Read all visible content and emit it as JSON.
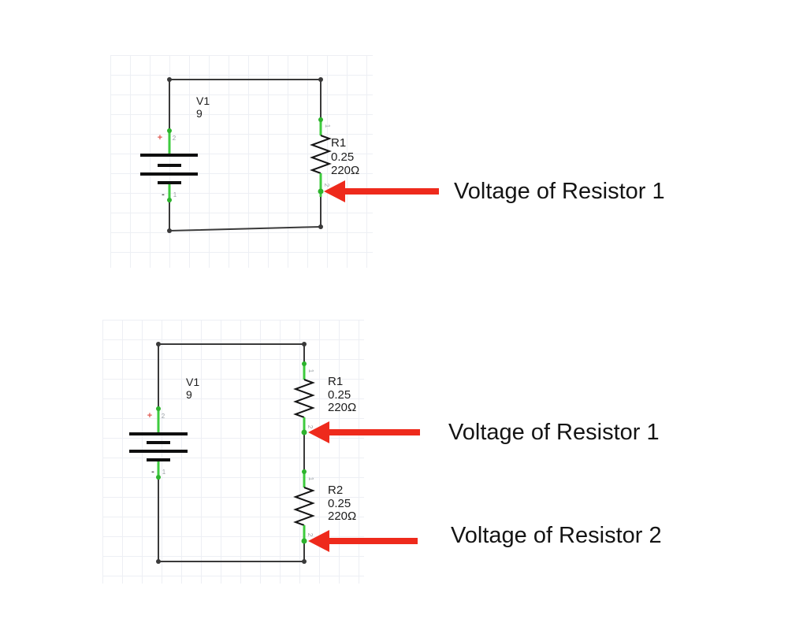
{
  "annotations": [
    {
      "text": "Voltage of Resistor 1"
    },
    {
      "text": "Voltage of Resistor 1"
    },
    {
      "text": "Voltage of Resistor 2"
    }
  ],
  "circuits": [
    {
      "battery": {
        "ref": "V1",
        "value": "9",
        "plus": "+",
        "minus": "-",
        "pin_pos": "2",
        "pin_neg": "1"
      },
      "resistors": [
        {
          "ref": "R1",
          "power": "0.25",
          "resistance": "220Ω",
          "pin_a": "1",
          "pin_b": "2"
        }
      ]
    },
    {
      "battery": {
        "ref": "V1",
        "value": "9",
        "plus": "+",
        "minus": "-",
        "pin_pos": "2",
        "pin_neg": "1"
      },
      "resistors": [
        {
          "ref": "R1",
          "power": "0.25",
          "resistance": "220Ω",
          "pin_a": "1",
          "pin_b": "2"
        },
        {
          "ref": "R2",
          "power": "0.25",
          "resistance": "220Ω",
          "pin_a": "1",
          "pin_b": "2"
        }
      ]
    }
  ],
  "colors": {
    "wire": "#3a3a3a",
    "component_black": "#111111",
    "pin_green": "#3ecb3e",
    "pin_dot_green": "#2db32d",
    "arrow_red": "#ee2a1c",
    "annotation_text": "#141414",
    "grid_line": "#edeff4",
    "plus_red": "#e05a52",
    "pin_number_gray": "#9aa0a6"
  }
}
